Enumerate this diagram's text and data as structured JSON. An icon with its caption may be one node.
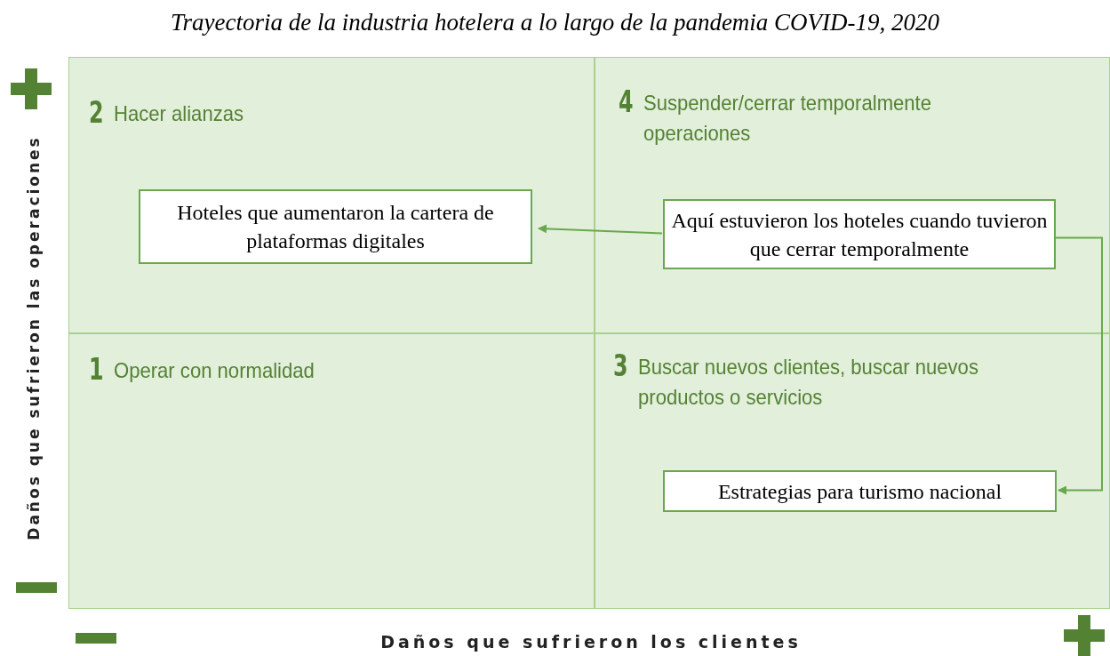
{
  "diagram": {
    "title": "Trayectoria de la industria hotelera a lo largo de la pandemia COVID-19, 2020",
    "nodes": [
      {
        "text": [
          "2",
          "Hacer alianzas"
        ]
      },
      {
        "text": [
          "4",
          "Suspender/cerrar temporalmente operaciones"
        ]
      },
      {
        "text": [
          "1",
          "Operar con normalidad"
        ]
      },
      {
        "text": [
          "3",
          "Buscar nuevos clientes, buscar nuevos productos o servicios"
        ]
      },
      {
        "text": [
          "Hoteles que aumentaron la cartera de plataformas digitales"
        ],
        "in": 0
      },
      {
        "text": [
          "Aquí estuvieron los hoteles cuando tuvieron que cerrar temporalmente"
        ],
        "in": 1
      },
      {
        "text": [
          "Estrategias para turismo nacional"
        ],
        "in": 3
      }
    ],
    "edges": [
      {
        "from": 5,
        "to": 4,
        "arrow": "to"
      },
      {
        "from": 5,
        "to": 6,
        "arrow": "to"
      }
    ],
    "labels": [
      "Daños que sufrieron las operaciones",
      "Daños que sufrieron los clientes"
    ]
  }
}
